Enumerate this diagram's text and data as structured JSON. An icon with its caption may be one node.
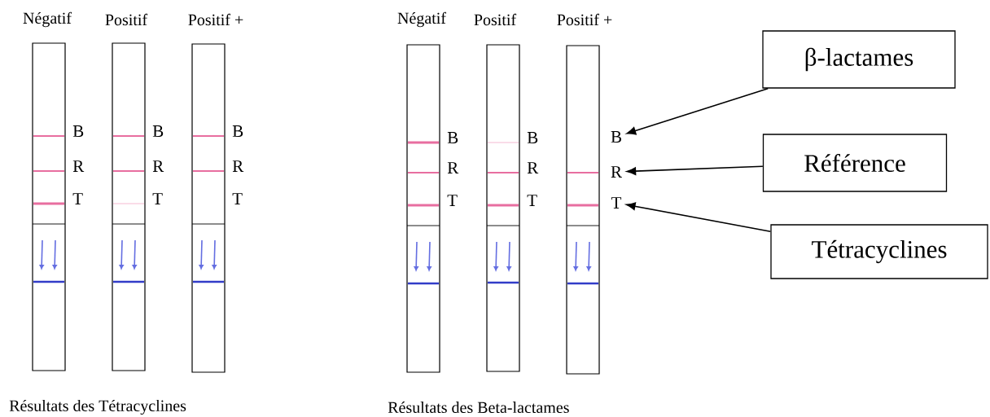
{
  "diagram": {
    "nodes": [
      {
        "text": [
          "β-lactames"
        ]
      },
      {
        "text": [
          "Référence"
        ]
      },
      {
        "text": [
          "Tétracyclines"
        ]
      },
      {
        "text": [
          "B"
        ]
      },
      {
        "text": [
          "R"
        ]
      },
      {
        "text": [
          "T"
        ]
      }
    ],
    "edges": [
      {
        "from": 0,
        "to": 3,
        "arrow": "to"
      },
      {
        "from": 1,
        "to": 4,
        "arrow": "to"
      },
      {
        "from": 2,
        "to": 5,
        "arrow": "to"
      }
    ],
    "labels": [
      "Négatif",
      "Positif",
      "Positif +",
      "Négatif",
      "Positif",
      "Positif +",
      "B",
      "R",
      "T",
      "B",
      "R",
      "T",
      "B",
      "R",
      "T",
      "B",
      "R",
      "T",
      "B",
      "R",
      "T",
      "Résultats des Tétracyclines",
      "Résultats des Beta-lactames"
    ]
  }
}
